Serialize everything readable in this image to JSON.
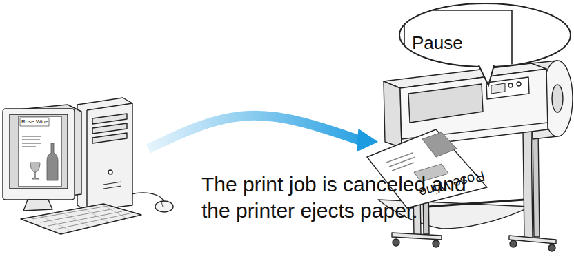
{
  "diagram": {
    "caption": "The print job is canceled and the printer ejects paper.",
    "nodes": [
      {
        "text": [
          "Rose Wine"
        ]
      },
      {
        "text": [
          "Rose Wine"
        ]
      },
      {
        "text": [
          "Pause"
        ]
      }
    ],
    "edges": [
      {
        "from": 0,
        "to": 1,
        "arrow": "to"
      }
    ]
  }
}
